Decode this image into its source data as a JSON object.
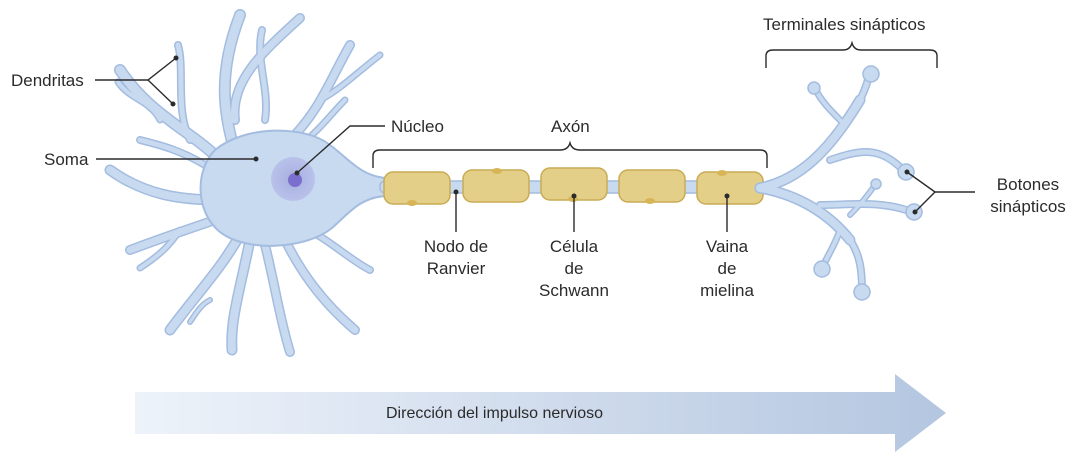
{
  "labels": {
    "dendritas": "Dendritas",
    "soma": "Soma",
    "nucleo": "Núcleo",
    "axon": "Axón",
    "terminales": "Terminales sinápticos",
    "botones_1": "Botones",
    "botones_2": "sinápticos",
    "nodo_1": "Nodo de",
    "nodo_2": "Ranvier",
    "celula_1": "Célula",
    "celula_2": "de",
    "celula_3": "Schwann",
    "vaina_1": "Vaina",
    "vaina_2": "de",
    "vaina_3": "mielina"
  },
  "arrow": {
    "text": "Dirección del impulso nervioso"
  },
  "colors": {
    "neuron_fill": "#c5d8ef",
    "neuron_stroke": "#9fb9de",
    "nucleus_outer": "#9fa9e3",
    "nucleus_inner": "#7a6fce",
    "myelin_fill": "#e3cf88",
    "myelin_stroke": "#c9ab54",
    "arrow_start": "#eef3fa",
    "arrow_end": "#b6c8e2",
    "line": "#2b2b2b"
  }
}
